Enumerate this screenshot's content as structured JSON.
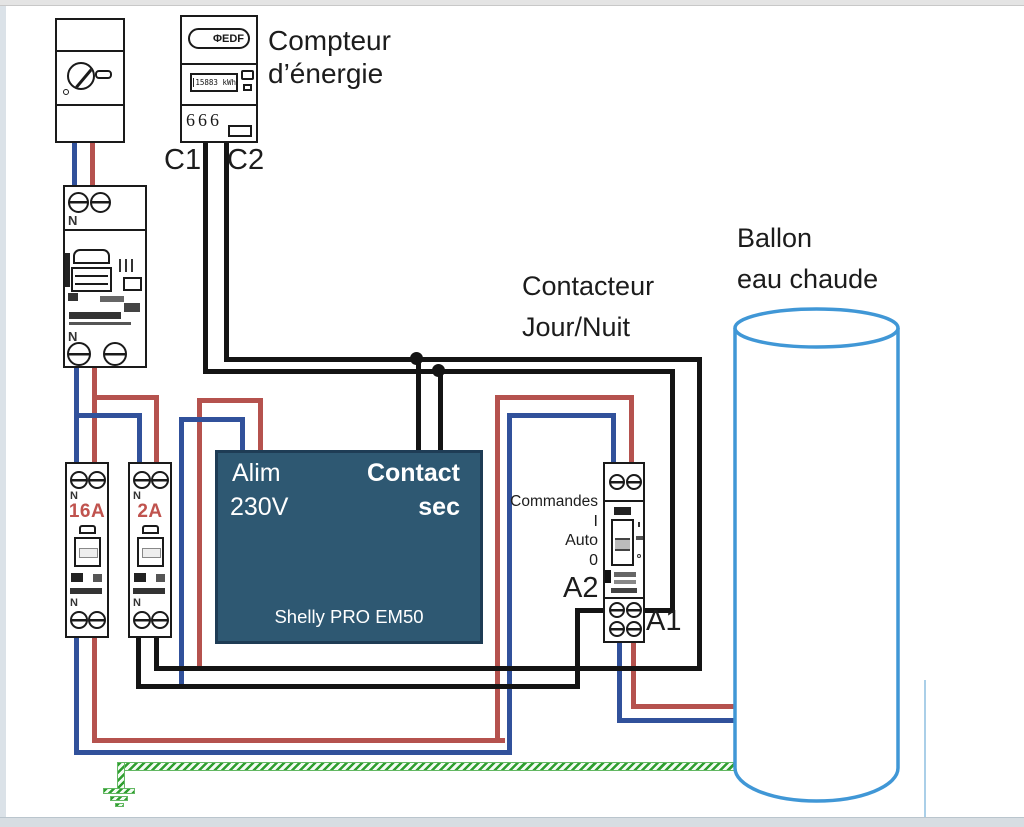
{
  "colors": {
    "wire_red": "#b5524e",
    "wire_blue": "#31519b",
    "wire_black": "#141414",
    "ground_green": "#2f9e2f",
    "shelly_bg": "#2e5872",
    "shelly_border": "#1e3c55",
    "ballon_stroke": "#4097d6",
    "rating_red": "#c0534e"
  },
  "meter": {
    "brand": "ΦEDF",
    "display": "15883 kWh",
    "terminals": "666",
    "c1": "C1",
    "c2": "C2",
    "caption_line1": "Compteur",
    "caption_line2": "d’énergie"
  },
  "diff_breaker": {
    "n_top": "N",
    "n_bottom": "N"
  },
  "breaker_16a": {
    "rating": "16A",
    "n_top": "N",
    "n_bottom": "N"
  },
  "breaker_2a": {
    "rating": "2A",
    "n_top": "N",
    "n_bottom": "N"
  },
  "shelly": {
    "alim_line1": "Alim",
    "alim_line2": "230V",
    "contact_line1": "Contact",
    "contact_line2": "sec",
    "model": "Shelly PRO EM50"
  },
  "contactor": {
    "caption_line1": "Contacteur",
    "caption_line2": "Jour/Nuit",
    "commandes": "Commandes",
    "pos_on": "I",
    "pos_auto": "Auto",
    "pos_off": "0",
    "a2": "A2",
    "a1": "A1"
  },
  "ballon": {
    "caption_line1": "Ballon",
    "caption_line2": "eau chaude"
  }
}
